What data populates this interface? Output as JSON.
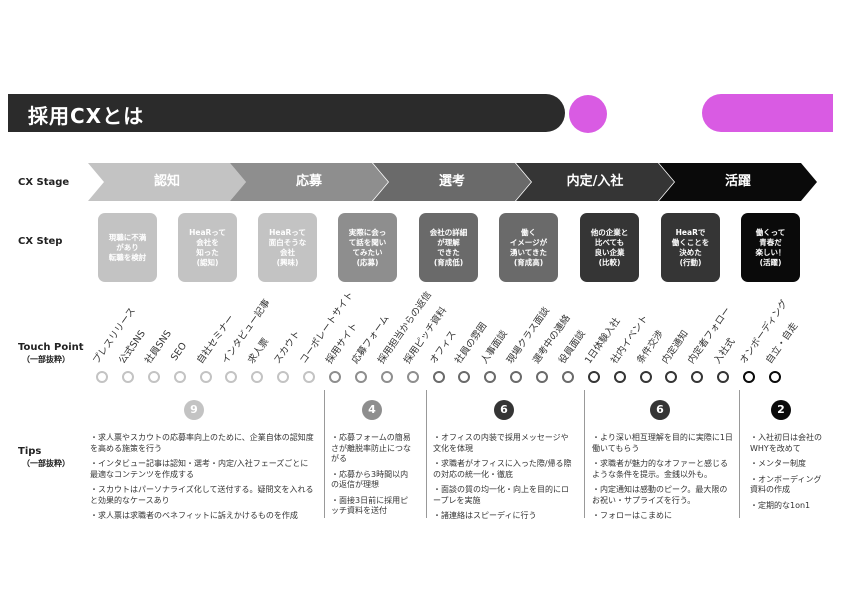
{
  "header": {
    "title": "採用CXとは"
  },
  "rows": {
    "stage_label": "CX Stage",
    "step_label": "CX Step",
    "touch_label": "Touch Point",
    "touch_sub": "（一部抜粋）",
    "tips_label": "Tips",
    "tips_sub": "（一部抜粋）"
  },
  "stages": [
    {
      "label": "認知",
      "color": "#c3c3c3"
    },
    {
      "label": "応募",
      "color": "#8e8e8e"
    },
    {
      "label": "選考",
      "color": "#6a6a6a"
    },
    {
      "label": "内定/入社",
      "color": "#353535"
    },
    {
      "label": "活躍",
      "color": "#0a0a0a"
    }
  ],
  "steps": [
    {
      "label": "現職に不満\nがあり\n転職を検討",
      "color": "#c3c3c3"
    },
    {
      "label": "HeaRって\n会社を\n知った\n(認知)",
      "color": "#c3c3c3"
    },
    {
      "label": "HeaRって\n面白そうな\n会社\n(興味)",
      "color": "#c3c3c3"
    },
    {
      "label": "実際に会っ\nて話を聞い\nてみたい\n(応募)",
      "color": "#8e8e8e"
    },
    {
      "label": "会社の詳細\nが理解\nできた\n(育成低)",
      "color": "#6a6a6a"
    },
    {
      "label": "働く\nイメージが\n湧いてきた\n(育成高)",
      "color": "#6a6a6a"
    },
    {
      "label": "他の企業と\n比べても\n良い企業\n(比較)",
      "color": "#353535"
    },
    {
      "label": "HeaRで\n働くことを\n決めた\n(行動)",
      "color": "#353535"
    },
    {
      "label": "働くって\n青春だ\n楽しい！\n(活躍)",
      "color": "#0a0a0a"
    }
  ],
  "touch_points": [
    {
      "label": "プレスリリース",
      "color": "#c3c3c3"
    },
    {
      "label": "公式SNS",
      "color": "#c3c3c3"
    },
    {
      "label": "社員SNS",
      "color": "#c3c3c3"
    },
    {
      "label": "SEO",
      "color": "#c3c3c3"
    },
    {
      "label": "自社セミナー",
      "color": "#c3c3c3"
    },
    {
      "label": "インタビュー記事",
      "color": "#c3c3c3"
    },
    {
      "label": "求人票",
      "color": "#c3c3c3"
    },
    {
      "label": "スカウト",
      "color": "#c3c3c3"
    },
    {
      "label": "コーポレートサイト",
      "color": "#c3c3c3"
    },
    {
      "label": "採用サイト",
      "color": "#8e8e8e"
    },
    {
      "label": "応募フォーム",
      "color": "#8e8e8e"
    },
    {
      "label": "採用担当からの返信",
      "color": "#8e8e8e"
    },
    {
      "label": "採用ピッチ資料",
      "color": "#8e8e8e"
    },
    {
      "label": "オフィス",
      "color": "#6a6a6a"
    },
    {
      "label": "社員の雰囲",
      "color": "#6a6a6a"
    },
    {
      "label": "人事面談",
      "color": "#6a6a6a"
    },
    {
      "label": "現場クラス面談",
      "color": "#6a6a6a"
    },
    {
      "label": "選考中の連絡",
      "color": "#6a6a6a"
    },
    {
      "label": "役員面談",
      "color": "#6a6a6a"
    },
    {
      "label": "1日体験入社",
      "color": "#353535"
    },
    {
      "label": "社内イベント",
      "color": "#353535"
    },
    {
      "label": "条件交渉",
      "color": "#353535"
    },
    {
      "label": "内定通知",
      "color": "#353535"
    },
    {
      "label": "内定者フォロー",
      "color": "#353535"
    },
    {
      "label": "入社式",
      "color": "#353535"
    },
    {
      "label": "オンボーディング",
      "color": "#0a0a0a"
    },
    {
      "label": "自立・自走",
      "color": "#0a0a0a"
    }
  ],
  "tips": [
    {
      "count": "9",
      "color": "#c3c3c3",
      "items": [
        "・求人票やスカウトの応募率向上のために、企業自体の認知度を高める施策を行う",
        "・インタビュー記事は認知・選考・内定/入社フェーズごとに最適なコンテンツを作成する",
        "・スカウトはパーソナライズ化して送付する。疑問文を入れると効果的なケースあり",
        "・求人票は求職者のベネフィットに訴えかけるものを作成"
      ]
    },
    {
      "count": "4",
      "color": "#8e8e8e",
      "items": [
        "・応募フォームの簡易さが離脱率防止につながる",
        "・応募から3時間以内の返信が理想",
        "・面接3日前に採用ピッチ資料を送付"
      ]
    },
    {
      "count": "6",
      "color": "#353535",
      "items": [
        "・オフィスの内装で採用メッセージや文化を体現",
        "・求職者がオフィスに入った際/帰る際の対応の統一化・徹底",
        "・面談の質の均一化・向上を目的にロープレを実施",
        "・諸連絡はスピーディに行う"
      ]
    },
    {
      "count": "6",
      "color": "#353535",
      "items": [
        "・より深い相互理解を目的に実際に1日働いてもらう",
        "・求職者が魅力的なオファーと感じるような条件を提示。金銭以外も。",
        "・内定通知は感動のピーク。最大限のお祝い・サプライズを行う。",
        "・フォローはこまめに"
      ]
    },
    {
      "count": "2",
      "color": "#0a0a0a",
      "items": [
        "・入社初日は会社のWHYを改めて",
        "・メンター制度",
        "・オンボーディング資料の作成",
        "・定期的な1on1"
      ]
    }
  ]
}
